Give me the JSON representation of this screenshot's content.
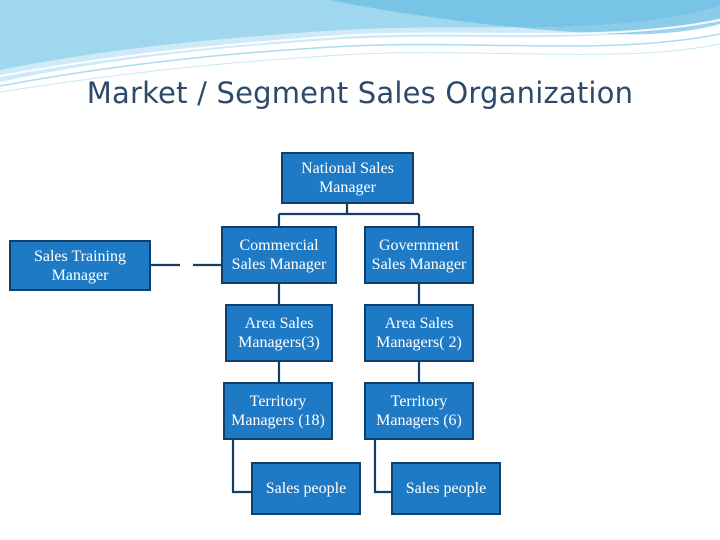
{
  "title": "Market / Segment Sales Organization",
  "nodes": {
    "national": "National Sales Manager",
    "training": "Sales Training Manager",
    "commercial": "Commercial Sales  Manager",
    "government": "Government Sales Manager",
    "area_commercial": "Area Sales Managers(3)",
    "area_government": "Area Sales Managers( 2)",
    "territory_commercial": "Territory Managers (18)",
    "territory_government": "Territory Managers (6)",
    "sales_commercial": "Sales people",
    "sales_government": "Sales people"
  },
  "colors": {
    "box_fill": "#1f7ac6",
    "box_border": "#0f3f6b",
    "connector": "#0f3f6b",
    "title": "#2e4a6a",
    "wave": "#7ec8e8"
  }
}
